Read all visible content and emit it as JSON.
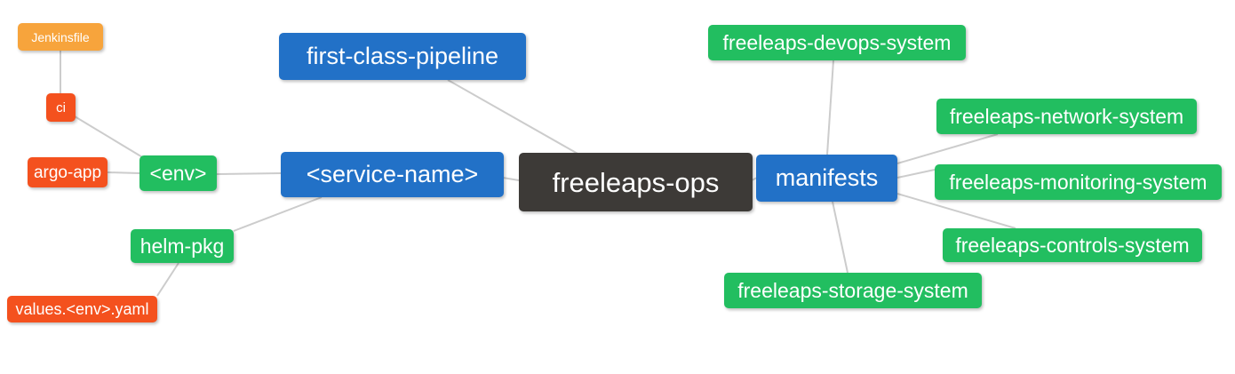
{
  "palette": {
    "blue": "#2271C7",
    "green": "#22BE60",
    "red": "#F4511E",
    "orange": "#F7A43C",
    "dark": "#3D3A37",
    "edge": "#CCCCCC",
    "text": "#FFFFFF"
  },
  "nodes": {
    "root": {
      "label": "freeleaps-ops"
    },
    "first_class_pipeline": {
      "label": "first-class-pipeline"
    },
    "service_name": {
      "label": "<service-name>"
    },
    "env": {
      "label": "<env>"
    },
    "ci": {
      "label": "ci"
    },
    "jenkinsfile": {
      "label": "Jenkinsfile"
    },
    "argo_app": {
      "label": "argo-app"
    },
    "helm_pkg": {
      "label": "helm-pkg"
    },
    "values_env_yaml": {
      "label": "values.<env>.yaml"
    },
    "manifests": {
      "label": "manifests"
    },
    "devops_system": {
      "label": "freeleaps-devops-system"
    },
    "network_system": {
      "label": "freeleaps-network-system"
    },
    "monitoring_system": {
      "label": "freeleaps-monitoring-system"
    },
    "controls_system": {
      "label": "freeleaps-controls-system"
    },
    "storage_system": {
      "label": "freeleaps-storage-system"
    }
  }
}
